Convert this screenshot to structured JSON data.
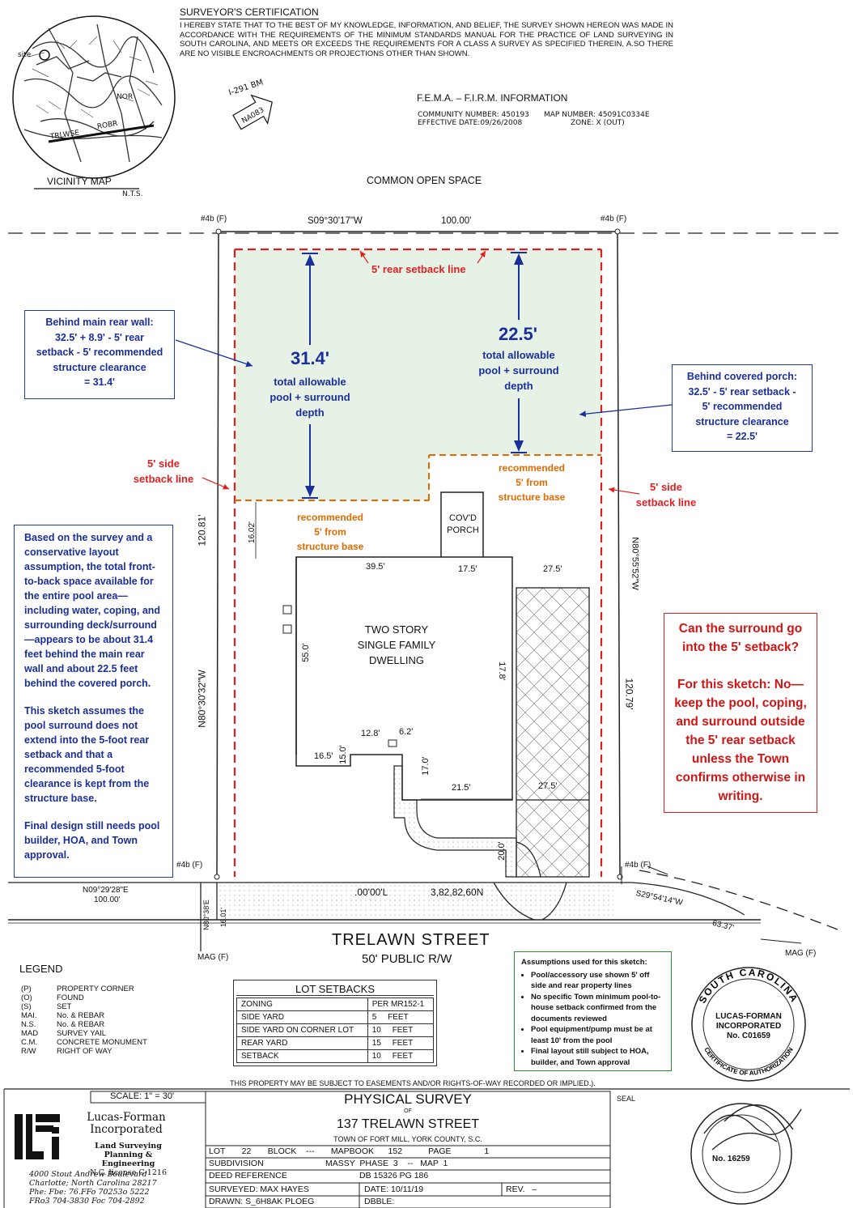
{
  "certification": {
    "title": "SURVEYOR'S CERTIFICATION",
    "body": "I HEREBY STATE THAT TO THE BEST OF MY KNOWLEDGE, INFORMATION, AND BELIEF, THE SURVEY SHOWN HEREON WAS MADE IN ACCORDANCE WITH THE REQUIREMENTS OF THE MINIMUM STANDARDS MANUAL FOR THE PRACTICE OF LAND SURVEYING IN SOUTH CAROLINA, AND MEETS OR EXCEEDS THE REQUIREMENTS FOR A CLASS A SURVEY AS SPECIFIED THEREIN, A.SO THERE ARE NO VISIBLE ENCROACHMENTS OR PROJECTIONS OTHER THAN SHOWN."
  },
  "vicinity": {
    "title": "VICINITY MAP",
    "nts": "N.T.S.",
    "site": "site",
    "nor": "NOR",
    "road1": "ROBR",
    "road2": "TRLWSE"
  },
  "benchmark": {
    "label": "I-291 BM",
    "code": "NA083"
  },
  "fema": {
    "title": "F.E.M.A. – F.I.R.M. INFORMATION",
    "community": "COMMUNITY NUMBER: 450193",
    "map_number": "MAP NUMBER: 45091C0334E",
    "effective": "EFFECTIVE DATE:09/26/2008",
    "zone": "ZONE: X (OUT)"
  },
  "common_open_space": "COMMON OPEN SPACE",
  "survey": {
    "corner_tl": "#4b (F)",
    "corner_tr": "#4b (F)",
    "corner_bl": "#4b (F)",
    "corner_br": "#4b (F)",
    "top_bearing": "S09°30'17\"W",
    "top_distance": "100.00'",
    "left_distance": "120.81'",
    "left_bearing": "N80°30'32\"W",
    "right_distance": "120.79'",
    "right_bearing": "N80°55'52\"W",
    "bottom_bearing": "N09°29'28\"E",
    "bottom_distance": "100.00'",
    "bottom_mid_1": ".00'00'L",
    "bottom_mid_2": "3,82,82,60N",
    "curve_bearing": "S29°54'14\"W",
    "curve_distance": "63.37'",
    "mag_left": "MAG (F)",
    "mag_right": "MAG (F)",
    "bl_bearing": "N80°38'E",
    "bl_dist": "16.01'",
    "left_offset": "16.02'"
  },
  "street": {
    "name": "TRELAWN STREET",
    "rw": "50' PUBLIC R/W"
  },
  "house": {
    "label1": "TWO STORY",
    "label2": "SINGLE FAMILY",
    "label3": "DWELLING",
    "porch1": "COV'D",
    "porch2": "PORCH",
    "d_39_5": "39.5'",
    "d_17_5": "17.5'",
    "d_27_5a": "27.5'",
    "d_55": "55.0'",
    "d_17_8": "17.8'",
    "d_12_8": "12.8'",
    "d_6_2": "6.2'",
    "d_16_5": "16.5'",
    "d_15": "15.0'",
    "d_17": "17.0'",
    "d_21_5": "21.5'",
    "d_27_5b": "27.5'",
    "d_20": "20.0'"
  },
  "overlay": {
    "rear_setback": "5' rear setback line",
    "side_setback_left": "5' side\nsetback line",
    "side_setback_right": "5' side\nsetback line",
    "big_left_value": "31.4'",
    "big_left_caption": "total allowable\npool + surround\ndepth",
    "big_right_value": "22.5'",
    "big_right_caption": "total allowable\npool + surround\ndepth",
    "rec_left": "recommended\n5' from\nstructure base",
    "rec_right": "recommended\n5' from\nstructure base",
    "box_main_rear": "Behind main rear wall:\n32.5' + 8.9' - 5' rear\nsetback - 5' recommended\nstructure clearance\n= 31.4'",
    "box_porch": "Behind covered porch:\n32.5' - 5' rear setback -\n5' recommended\nstructure clearance\n= 22.5'",
    "box_left_p1": "Based on the survey and a conservative layout assumption, the total front-to-back space available for the entire pool area—including water, coping, and surrounding deck/surround—appears to be about 31.4 feet behind the main rear wall and about 22.5 feet behind the covered porch.",
    "box_left_p2": "This sketch assumes the pool surround does not extend into the 5-foot rear setback and that a recommended 5-foot clearance is kept from the structure base.",
    "box_left_p3": "Final design still needs pool builder, HOA, and Town approval.",
    "box_red_q": "Can the surround go into the 5' setback?",
    "box_red_a": "For this sketch: No—keep the pool, coping, and surround outside the 5' rear setback unless the Town confirms otherwise in writing."
  },
  "assumptions": {
    "title": "Assumptions used for this sketch:",
    "items": [
      "Pool/accessory use shown 5' off side and rear property lines",
      "No specific Town minimum pool-to-house setback confirmed from the documents reviewed",
      "Pool equipment/pump must be at least 10' from the pool",
      "Final layout still subject to HOA, builder, and Town approval"
    ]
  },
  "legend": {
    "title": "LEGEND",
    "rows": [
      [
        "(P)",
        "PROPERTY CORNER"
      ],
      [
        "(O)",
        "FOUND"
      ],
      [
        "(S)",
        "SET"
      ],
      [
        "MAI.",
        "No. & REBAR"
      ],
      [
        "N.S.",
        "No. & REBAR"
      ],
      [
        "MAD",
        "SURVEY YAIL"
      ],
      [
        "C.M.",
        "CONCRETE MONUMENT"
      ],
      [
        "R/W",
        "RIGHT OF WAY"
      ]
    ]
  },
  "lot_setbacks": {
    "title": "LOT SETBACKS",
    "rows": [
      [
        "ZONING",
        "PER MR152-1"
      ],
      [
        "SIDE YARD",
        "5     FEET"
      ],
      [
        "SIDE YARD ON CORNER LOT",
        "10     FEET"
      ],
      [
        "REAR YARD",
        "15     FEET"
      ],
      [
        "SETBACK",
        "10     FEET"
      ]
    ]
  },
  "seal_company": {
    "arc_top": "SOUTH CAROLINA",
    "arc_bottom": "CERTIFICATE OF AUTHORIZATION",
    "line1": "LUCAS-FORMAN",
    "line2": "INCORPORATED",
    "line3": "No. C01659"
  },
  "easement_note": "THIS PROPERTY MAY BE SUBJECT TO EASEMENTS AND/OR RIGHTS-OF-WAY RECORDED OR IMPLIED.).",
  "title_block": {
    "scale": "SCALE: 1\" = 30'",
    "company1": "Lucas-Forman",
    "company2": "Incorporated",
    "service1": "Land Surveying",
    "service2": "Planning & Engineering",
    "license": "N.C. license C-1216",
    "addr1": "4000 Stout Andrew Boulevard",
    "addr2": "Charlotte; North Carolina 28217",
    "phone1": "Phe: Fbe: 76.FFo  70253o 5222",
    "phone2": "FRo3 704-3830 Foc 704-2892",
    "survey_title": "PHYSICAL SURVEY",
    "of": "OF",
    "address": "137 TRELAWN STREET",
    "town": "TOWN OF FORT MILL, YORK COUNTY, S.C.",
    "lot": "LOT       22       BLOCK    ---       MAPBOOK      152           PAGE              1",
    "subdivision": "SUBDIVISION",
    "subdivision_val": "MASSY  PHASE  3    --   MAP  1",
    "deed": "DEED REFERENCE",
    "deed_val": "DB  15326  PG  186",
    "surveyed": "SURVEYED: MAX HAYES",
    "date": "DATE:  10/11/19",
    "rev": "REV.   –",
    "drawn": "DRAWN: S_6H8AK  PLOEG",
    "dbble": "DBBLE:",
    "seal": "SEAL",
    "seal_no": "No. 16259"
  }
}
